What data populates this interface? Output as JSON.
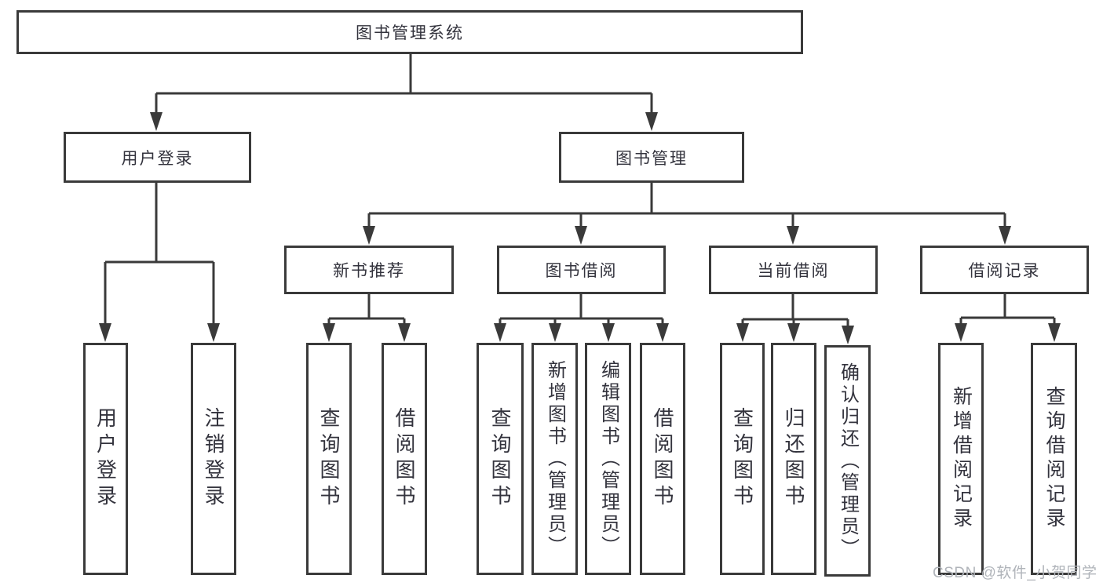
{
  "diagram": {
    "root": "图书管理系统",
    "branches": [
      {
        "label": "用户登录",
        "children": [
          "用户登录",
          "注销登录"
        ]
      },
      {
        "label": "图书管理",
        "sections": [
          {
            "label": "新书推荐",
            "children": [
              "查询图书",
              "借阅图书"
            ]
          },
          {
            "label": "图书借阅",
            "children": [
              "查询图书",
              "新增图书（管理员）",
              "编辑图书（管理员）",
              "借阅图书"
            ]
          },
          {
            "label": "当前借阅",
            "children": [
              "查询图书",
              "归还图书",
              "确认归还（管理员）"
            ]
          },
          {
            "label": "借阅记录",
            "children": [
              "新增借阅记录",
              "查询借阅记录"
            ]
          }
        ]
      }
    ]
  },
  "watermark": {
    "text": "CSDN @软件_小贺同学"
  },
  "colors": {
    "line": "#3a3a3a",
    "box_border": "#3a3a3a",
    "text": "#33333d",
    "background": "#ffffff",
    "watermark": "#b0b4ba"
  }
}
